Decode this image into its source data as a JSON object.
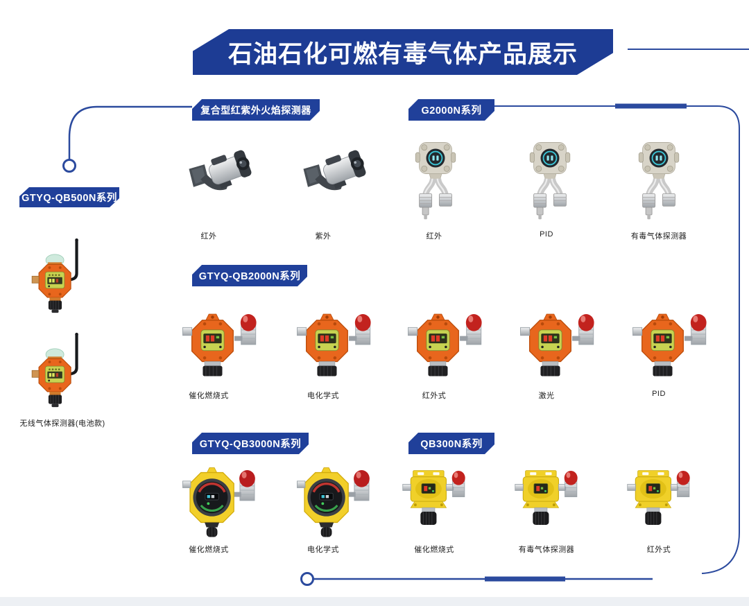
{
  "page": {
    "title": "石油石化可燃有毒气体产品展示"
  },
  "colors": {
    "banner_blue": "#20409a",
    "line_blue": "#2b4a9e",
    "device_orange": "#e8661d",
    "device_yellow": "#f2cf2a",
    "beacon_red": "#c2221f"
  },
  "sections": {
    "flame": {
      "label": "复合型红紫外火焰探测器",
      "products": [
        "红外",
        "紫外"
      ]
    },
    "g2000n": {
      "label": "G2000N系列",
      "products": [
        "红外",
        "PID",
        "有毒气体探测器"
      ]
    },
    "qb500n": {
      "label": "GTYQ-QB500N系列",
      "caption": "无线气体探测器(电池款)"
    },
    "qb2000n": {
      "label": "GTYQ-QB2000N系列",
      "products": [
        "催化燃烧式",
        "电化学式",
        "红外式",
        "激光",
        "PID"
      ]
    },
    "qb3000n": {
      "label": "GTYQ-QB3000N系列",
      "products": [
        "催化燃烧式",
        "电化学式"
      ]
    },
    "qb300n": {
      "label": "QB300N系列",
      "products": [
        "催化燃烧式",
        "有毒气体探测器",
        "红外式"
      ]
    }
  }
}
